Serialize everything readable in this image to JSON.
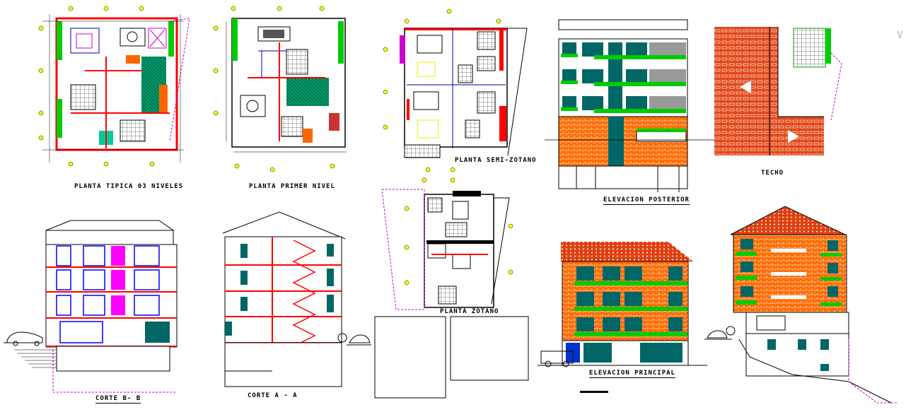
{
  "sheet": {
    "labels": {
      "planta_tipica": "PLANTA TIPICA 03 NIVELES",
      "planta_primer": "PLANTA PRIMER NIVEL",
      "planta_semi": "PLANTA SEMI-ZOTANO",
      "elev_posterior": "ELEVACION POSTERIOR",
      "techo": "TECHO",
      "corte_bb": "CORTE B- B",
      "corte_aa": "CORTE A - A",
      "planta_zotano": "PLANTA ZOTANO",
      "elev_principal": "ELEVACION PRINCIPAL"
    },
    "corner_text": "V"
  },
  "colors": {
    "wall": "#ff0000",
    "brick": "#ff6600",
    "glass": "#006666",
    "plant": "#00cc00",
    "roof": "#cc3300",
    "magenta": "#ff00ff",
    "blue": "#0000ff",
    "cyan": "#00aaaa"
  }
}
